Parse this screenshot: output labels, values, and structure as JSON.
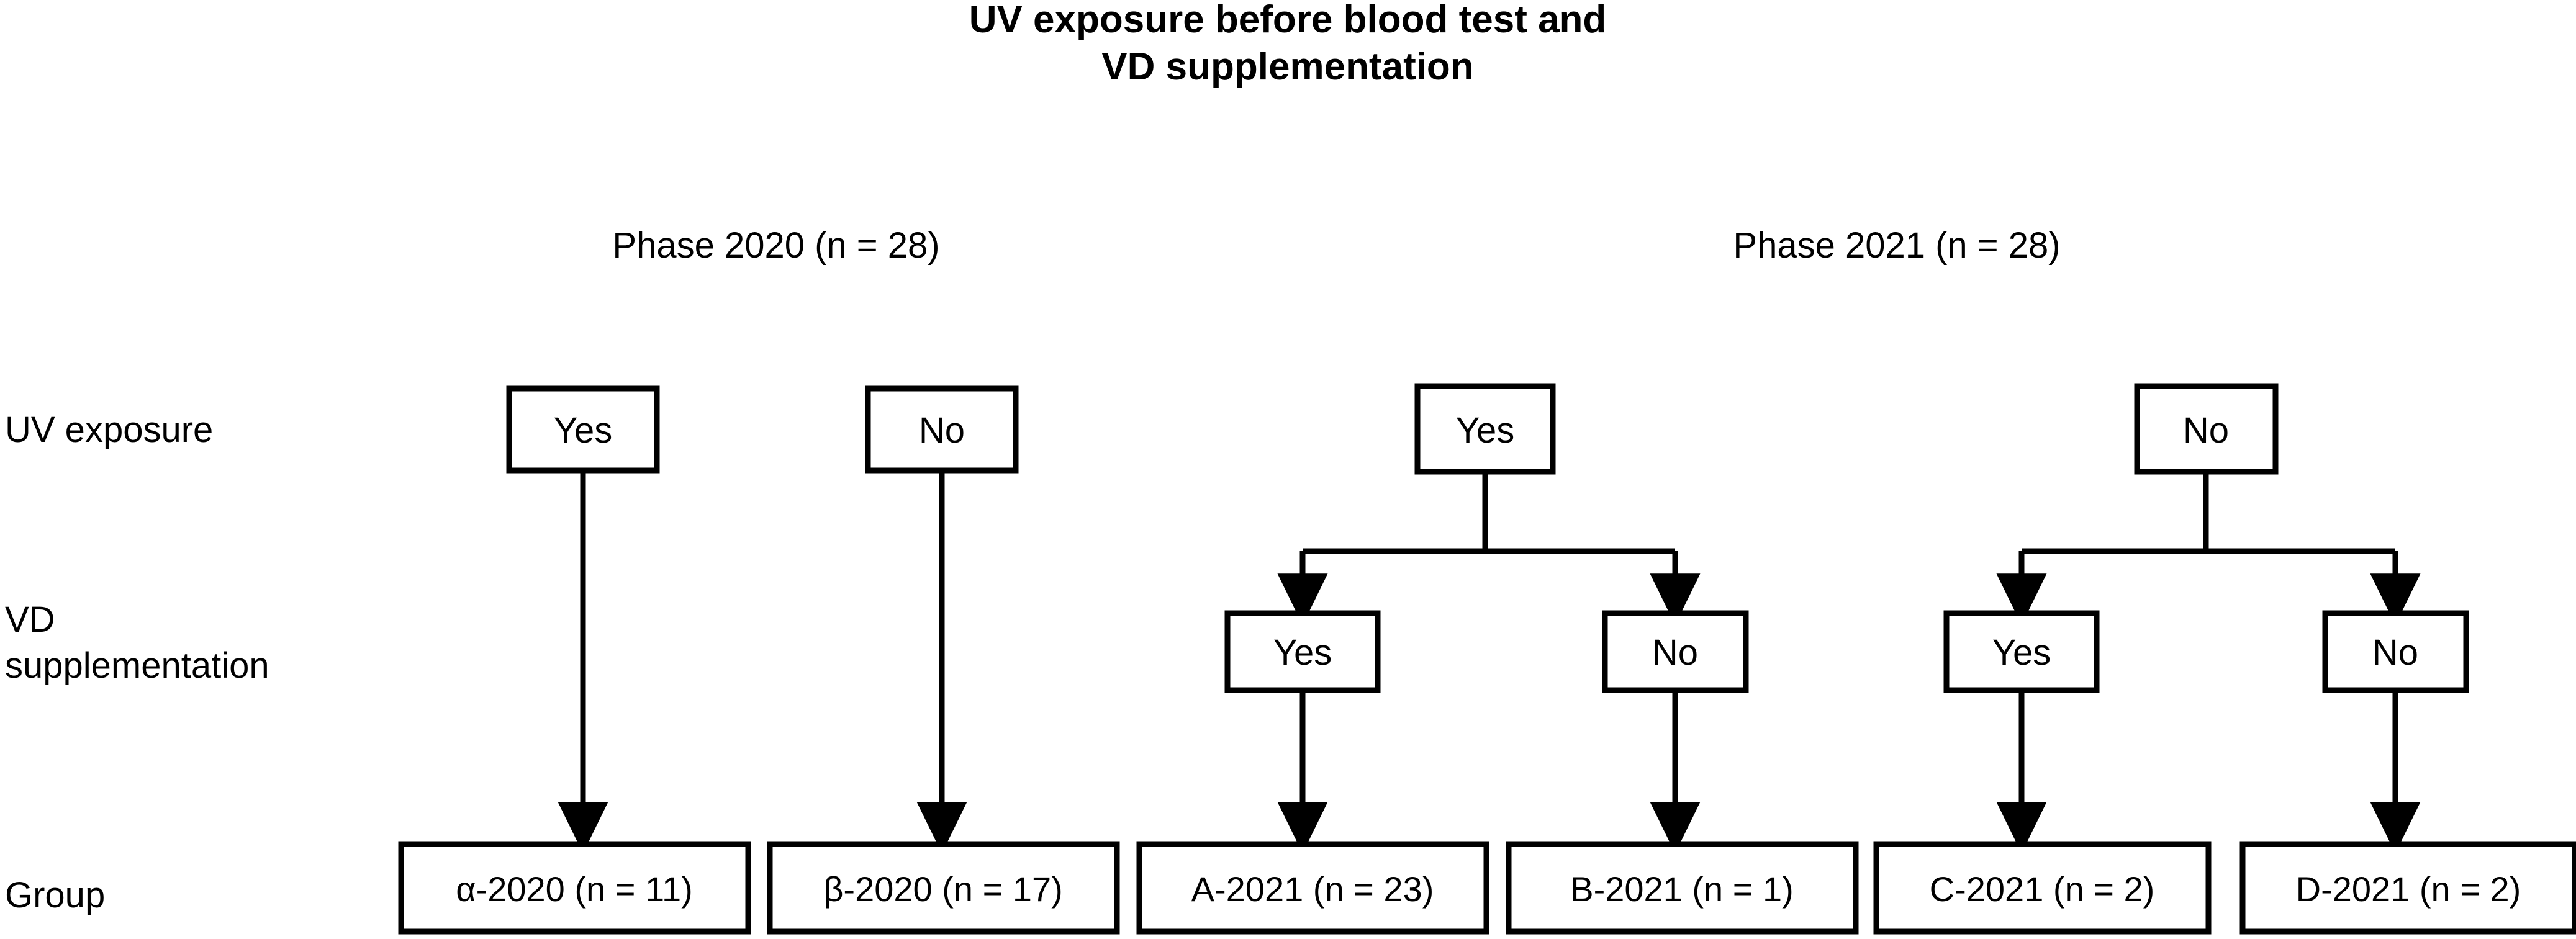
{
  "figure": {
    "title_line1": "UV exposure before blood test and",
    "title_line2": "VD supplementation"
  },
  "phases": [
    {
      "label": "Phase 2020 (n = 28)"
    },
    {
      "label": "Phase 2021 (n = 28)"
    }
  ],
  "row_labels": {
    "uv_exposure": "UV exposure",
    "vd_supplementation_line1": "VD",
    "vd_supplementation_line2": "supplementation",
    "group": "Group"
  },
  "uv_nodes": [
    {
      "label": "Yes"
    },
    {
      "label": "No"
    },
    {
      "label": "Yes"
    },
    {
      "label": "No"
    }
  ],
  "vd_nodes": [
    {
      "label": "Yes"
    },
    {
      "label": "No"
    },
    {
      "label": "Yes"
    },
    {
      "label": "No"
    }
  ],
  "group_nodes": [
    {
      "label": "α-2020 (n = 11)"
    },
    {
      "label": "β-2020 (n = 17)"
    },
    {
      "label": "A-2021 (n = 23)"
    },
    {
      "label": "B-2021 (n = 1)"
    },
    {
      "label": "C-2021 (n = 2)"
    },
    {
      "label": "D-2021 (n = 2)"
    }
  ],
  "colors": {
    "background": "#ffffff",
    "stroke": "#000000",
    "text": "#000000"
  }
}
